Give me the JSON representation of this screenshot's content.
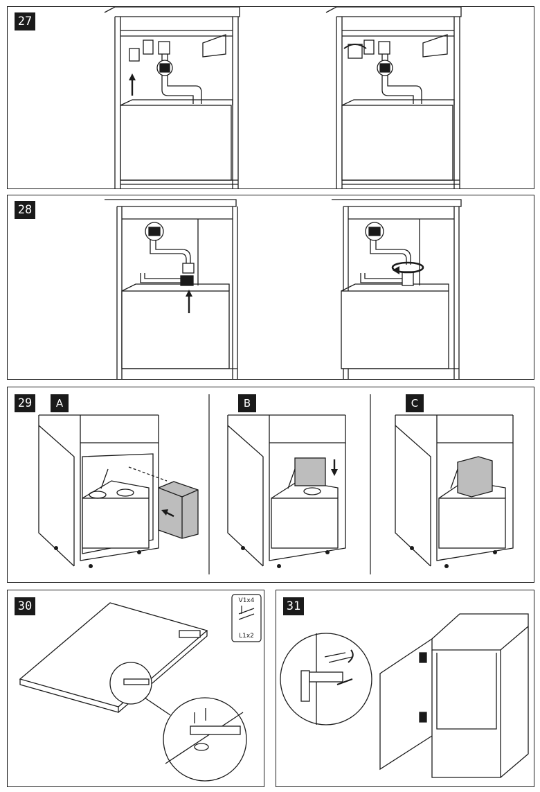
{
  "steps": {
    "s27": {
      "number": "27"
    },
    "s28": {
      "number": "28"
    },
    "s29": {
      "number": "29",
      "sub_a": "A",
      "sub_b": "B",
      "sub_c": "C"
    },
    "s30": {
      "number": "30",
      "parts_top": "V1x4",
      "parts_bottom": "L1x2"
    },
    "s31": {
      "number": "31"
    }
  },
  "colors": {
    "line": "#1a1a1a",
    "fill_light": "#ffffff",
    "fill_grey": "#bdbdbd",
    "fill_dark": "#555555"
  },
  "icons": [
    "arrow-up-icon",
    "arrow-down-icon",
    "arrow-left-icon",
    "rotate-icon",
    "screw-icon",
    "hinge-icon",
    "drain-trap-icon"
  ]
}
